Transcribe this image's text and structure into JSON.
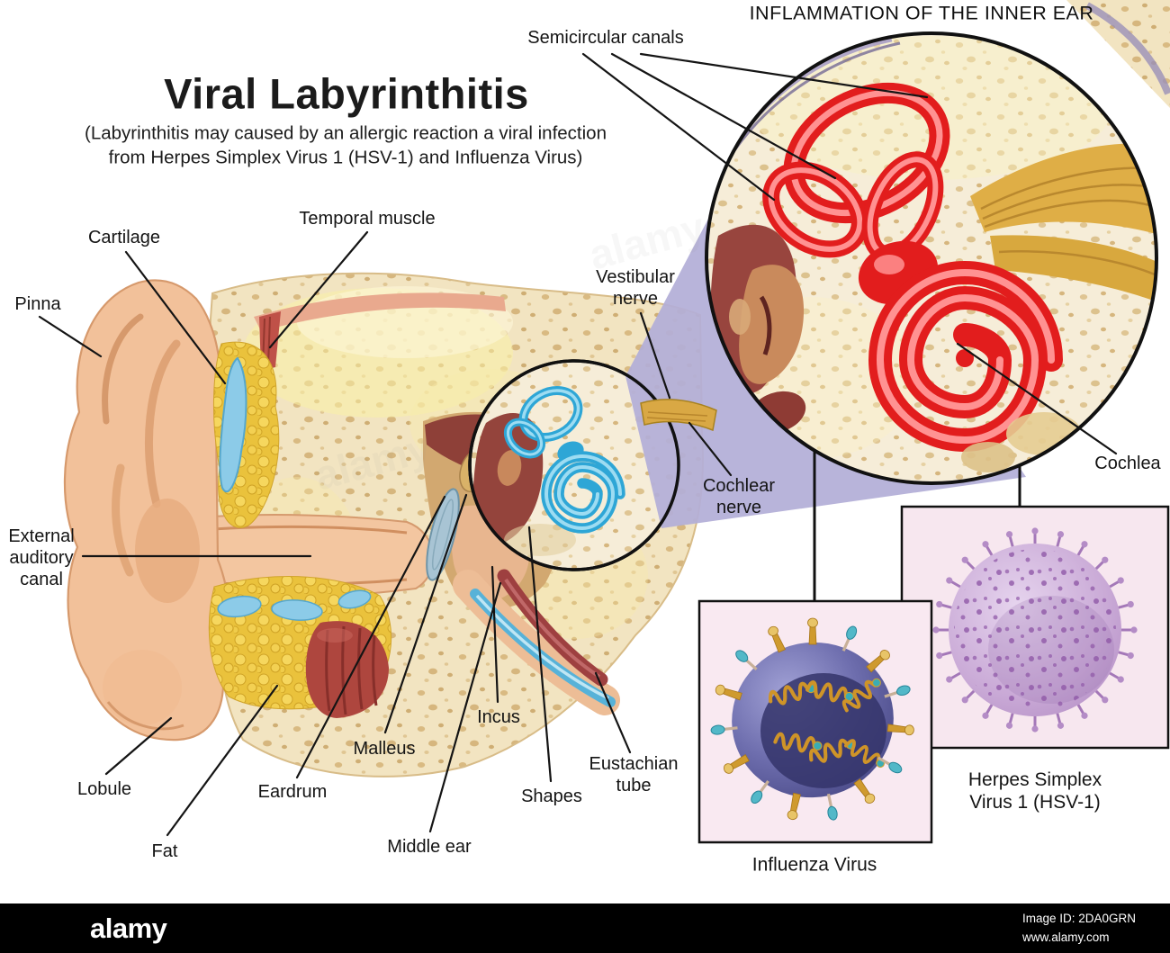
{
  "title": "Viral Labyrinthitis",
  "subtitle": "(Labyrinthitis may caused by an allergic reaction a viral infection\nfrom Herpes Simplex Virus 1 (HSV-1) and Influenza Virus)",
  "inset_heading": "INFLAMMATION OF THE INNER EAR",
  "anatomy_labels": {
    "semicircular_canals": "Semicircular canals",
    "temporal_muscle": "Temporal muscle",
    "cartilage": "Cartilage",
    "pinna": "Pinna",
    "vestibular_nerve": "Vestibular\nnerve",
    "cochlear_nerve": "Cochlear\nnerve",
    "cochlea": "Cochlea",
    "external_auditory_canal": "External\nauditory\ncanal",
    "lobule": "Lobule",
    "fat": "Fat",
    "eardrum": "Eardrum",
    "malleus": "Malleus",
    "incus": "Incus",
    "middle_ear": "Middle ear",
    "shapes": "Shapes",
    "eustachian_tube": "Eustachian\ntube"
  },
  "virus_panels": {
    "influenza": "Influenza Virus",
    "herpes": "Herpes Simplex\nVirus 1 (HSV-1)"
  },
  "watermark": {
    "brand": "alamy",
    "image_id": "Image ID: 2DA0GRN",
    "website": "www.alamy.com"
  },
  "colors": {
    "inflamed_red": "#e21d1d",
    "healthy_labyrinth_blue": "#2ea6d6",
    "beam_lavender": "#b3aed7",
    "bone_cream": "#f2e4c1",
    "skin_peach": "#f2c19a",
    "fat_yellow": "#eac23c",
    "panel_pink": "#f9e9f1",
    "watermark_bar": "#000000"
  }
}
